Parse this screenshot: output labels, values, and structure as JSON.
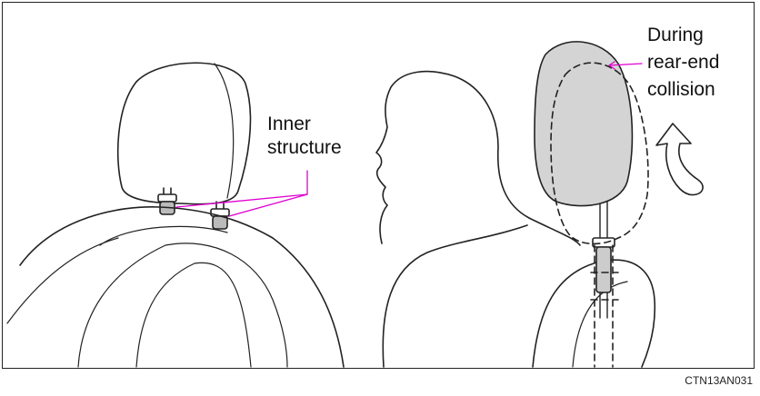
{
  "labels": {
    "inner_line1": "Inner",
    "inner_line2": "structure",
    "during_line1": "During",
    "during_line2": "rear-end",
    "during_line3": "collision"
  },
  "figure_code": "CTN13AN031",
  "colors": {
    "leader": "#e000d0",
    "outline": "#222222",
    "headrest_fill": "#d4d4d4"
  }
}
